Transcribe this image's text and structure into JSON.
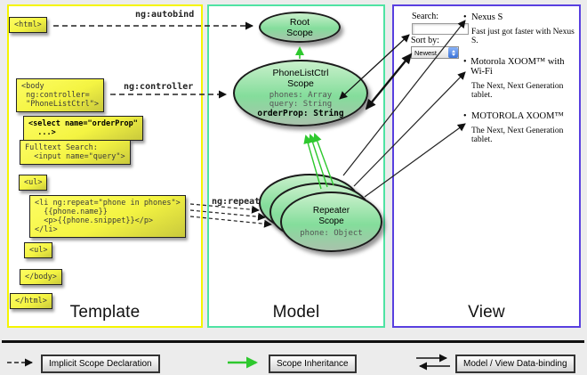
{
  "colors": {
    "template_border": "#f5f500",
    "model_border": "#4fe3a3",
    "view_border": "#5940e0",
    "scope_inheritance_green": "#2ec82e",
    "code_box_yellow": "#f4f442"
  },
  "annotations": {
    "ng_autobind": "ng:autobind",
    "ng_controller": "ng:controller",
    "ng_repeat": "ng:repeat"
  },
  "template": {
    "panel_label": "Template",
    "boxes": {
      "html_open": "<html>",
      "body_open": "<body\n ng:controller=\n \"PhoneListCtrl\">",
      "select": "<select name=\"orderProp\"\n  ...>",
      "fulltext": "Fulltext Search:\n  <input name=\"query\">",
      "ul_open": "<ul>",
      "li_repeat": "<li ng:repeat=\"phone in phones\">\n  {{phone.name}}\n  <p>{{phone.snippet}}</p>\n</li>",
      "ul_second": "<ul>",
      "body_close": "</body>",
      "html_close": "</html>"
    }
  },
  "model": {
    "panel_label": "Model",
    "root_scope": {
      "title": "Root\nScope"
    },
    "phonelist_scope": {
      "title": "PhoneListCtrl\nScope",
      "props": "phones: Array\nquery: String",
      "prop_bold": "orderProp: String"
    },
    "repeater_scope": {
      "title": "Repeater\nScope",
      "prop": "phone: Object"
    }
  },
  "view": {
    "panel_label": "View",
    "search_label": "Search:",
    "sort_label": "Sort by:",
    "sort_value": "Newest",
    "items": [
      {
        "title": "Nexus S",
        "desc": "Fast just got faster with Nexus S."
      },
      {
        "title": "Motorola XOOM™ with Wi-Fi",
        "desc": "The Next, Next Generation tablet."
      },
      {
        "title": "MOTOROLA XOOM™",
        "desc": "The Next, Next Generation tablet."
      }
    ]
  },
  "legend": {
    "implicit": "Implicit Scope Declaration",
    "inheritance": "Scope Inheritance",
    "databinding": "Model / View Data-binding"
  }
}
